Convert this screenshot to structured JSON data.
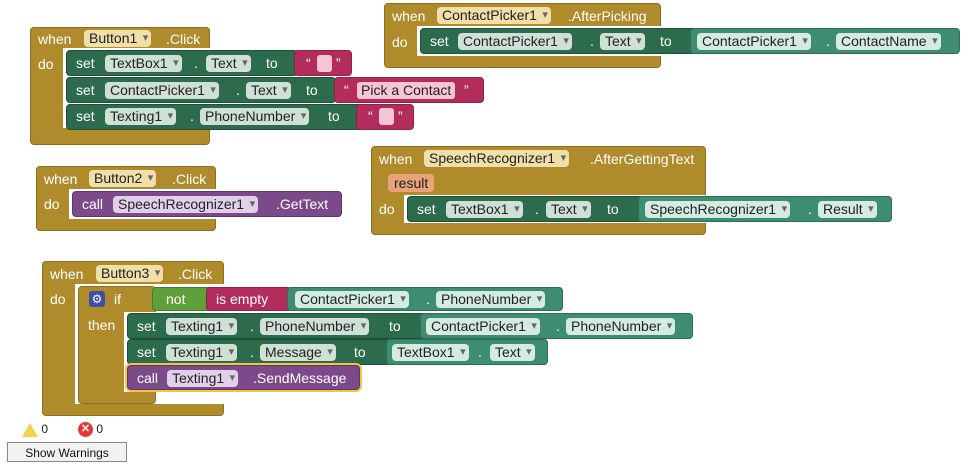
{
  "kw": {
    "when": "when",
    "do": "do",
    "set": "set",
    "to": "to",
    "call": "call",
    "if": "if",
    "then": "then",
    "not": "not",
    "is_empty": "is empty",
    "dot": ".",
    "quote": "“",
    "quote_close": "”"
  },
  "b1": {
    "component": "Button1",
    "event": ".Click",
    "row1": {
      "comp": "TextBox1",
      "prop": "Text"
    },
    "row2": {
      "comp": "ContactPicker1",
      "prop": "Text",
      "value": "Pick a Contact"
    },
    "row3": {
      "comp": "Texting1",
      "prop": "PhoneNumber"
    }
  },
  "cp": {
    "component": "ContactPicker1",
    "event": ".AfterPicking",
    "set_comp": "ContactPicker1",
    "set_prop": "Text",
    "get_comp": "ContactPicker1",
    "get_prop": "ContactName"
  },
  "b2": {
    "component": "Button2",
    "event": ".Click",
    "call_comp": "SpeechRecognizer1",
    "method": ".GetText"
  },
  "sr": {
    "component": "SpeechRecognizer1",
    "event": ".AfterGettingText",
    "param": "result",
    "set_comp": "TextBox1",
    "set_prop": "Text",
    "get_comp": "SpeechRecognizer1",
    "get_prop": "Result"
  },
  "b3": {
    "component": "Button3",
    "event": ".Click",
    "cond_comp": "ContactPicker1",
    "cond_prop": "PhoneNumber",
    "r1": {
      "comp": "Texting1",
      "prop": "PhoneNumber",
      "get_comp": "ContactPicker1",
      "get_prop": "PhoneNumber"
    },
    "r2": {
      "comp": "Texting1",
      "prop": "Message",
      "get_comp": "TextBox1",
      "get_prop": "Text"
    },
    "r3": {
      "comp": "Texting1",
      "method": ".SendMessage"
    }
  },
  "status": {
    "warnings": "0",
    "errors": "0",
    "show_warnings": "Show Warnings"
  },
  "colors": {
    "event": "#b08b2c",
    "setter": "#2c6b4c",
    "getter": "#3e8d70",
    "text": "#b32d5c",
    "procedure": "#7c4a8a",
    "logic": "#5ea03a"
  }
}
